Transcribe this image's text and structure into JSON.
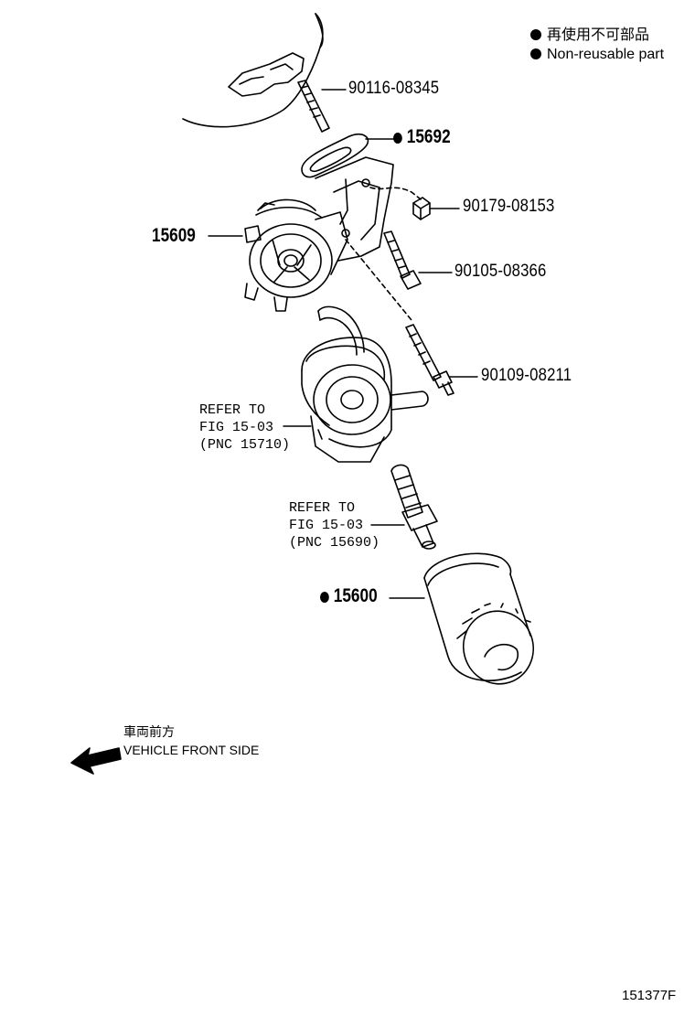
{
  "legend": {
    "japanese": "再使用不可部品",
    "english": "Non-reusable part"
  },
  "parts": {
    "p_90116_08345": "90116-08345",
    "p_15692": "15692",
    "p_90179_08153": "90179-08153",
    "p_15609": "15609",
    "p_90105_08366": "90105-08366",
    "p_90109_08211": "90109-08211",
    "p_15600": "15600"
  },
  "refer1": {
    "line1": "REFER TO",
    "line2": "FIG 15-03",
    "line3": "(PNC 15710)"
  },
  "refer2": {
    "line1": "REFER TO",
    "line2": "FIG 15-03",
    "line3": "(PNC 15690)"
  },
  "direction": {
    "japanese": "車両前方",
    "english": "VEHICLE FRONT SIDE"
  },
  "figure_id": "151377F"
}
